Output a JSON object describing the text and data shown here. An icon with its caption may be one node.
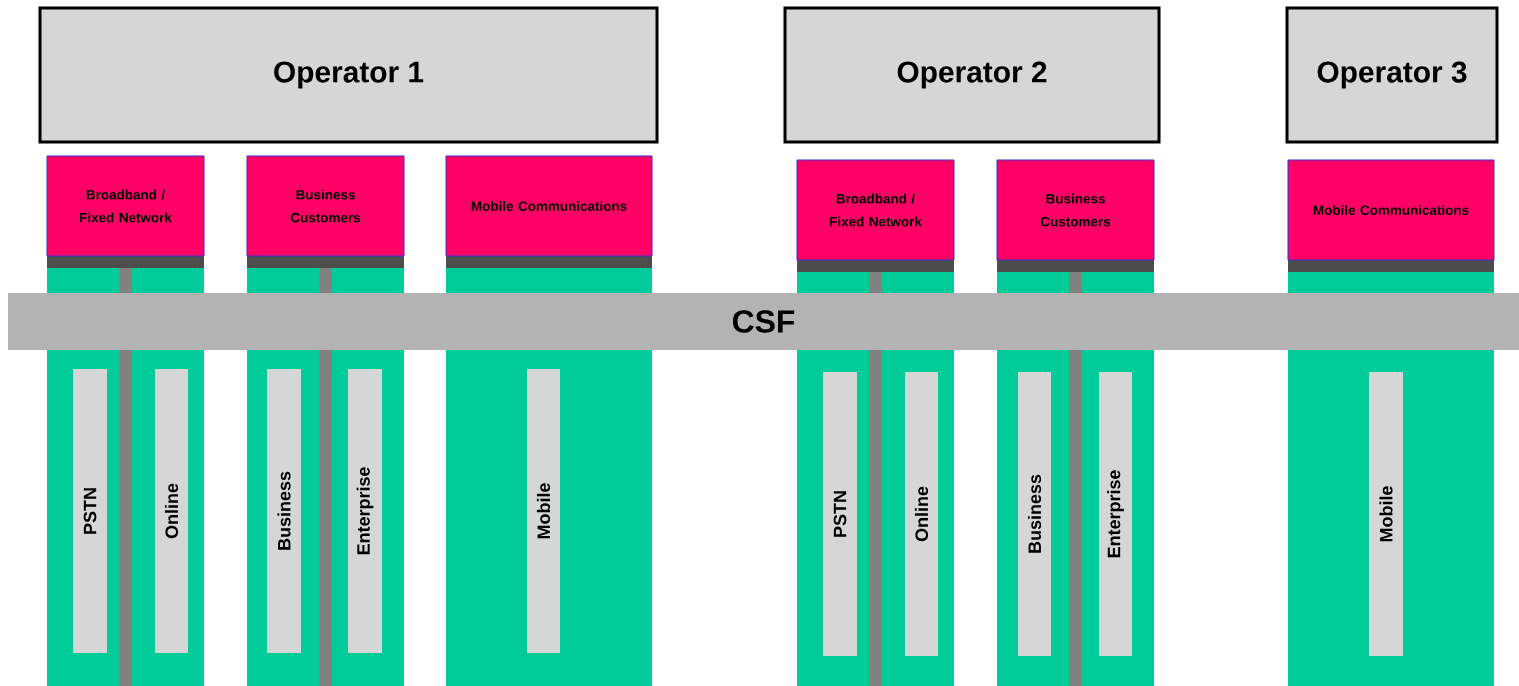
{
  "diagram": {
    "nodes": [
      {
        "text": [
          "Operator 1"
        ]
      },
      {
        "text": [
          "Operator 2"
        ]
      },
      {
        "text": [
          "Operator 3"
        ]
      },
      {
        "text": [
          "Broadband / Fixed Network"
        ]
      },
      {
        "text": [
          "Business Customers"
        ]
      },
      {
        "text": [
          "Mobile Communications"
        ]
      },
      {
        "text": [
          "Broadband / Fixed Network"
        ]
      },
      {
        "text": [
          "Business Customers"
        ]
      },
      {
        "text": [
          "Mobile Communications"
        ]
      },
      {
        "text": [
          "CSF"
        ]
      },
      {
        "text": [
          "PSTN"
        ]
      },
      {
        "text": [
          "Online"
        ]
      },
      {
        "text": [
          "Business"
        ]
      },
      {
        "text": [
          "Enterprise"
        ]
      },
      {
        "text": [
          "Mobile"
        ]
      },
      {
        "text": [
          "PSTN"
        ]
      },
      {
        "text": [
          "Online"
        ]
      },
      {
        "text": [
          "Business"
        ]
      },
      {
        "text": [
          "Enterprise"
        ]
      },
      {
        "text": [
          "Mobile"
        ]
      }
    ]
  }
}
